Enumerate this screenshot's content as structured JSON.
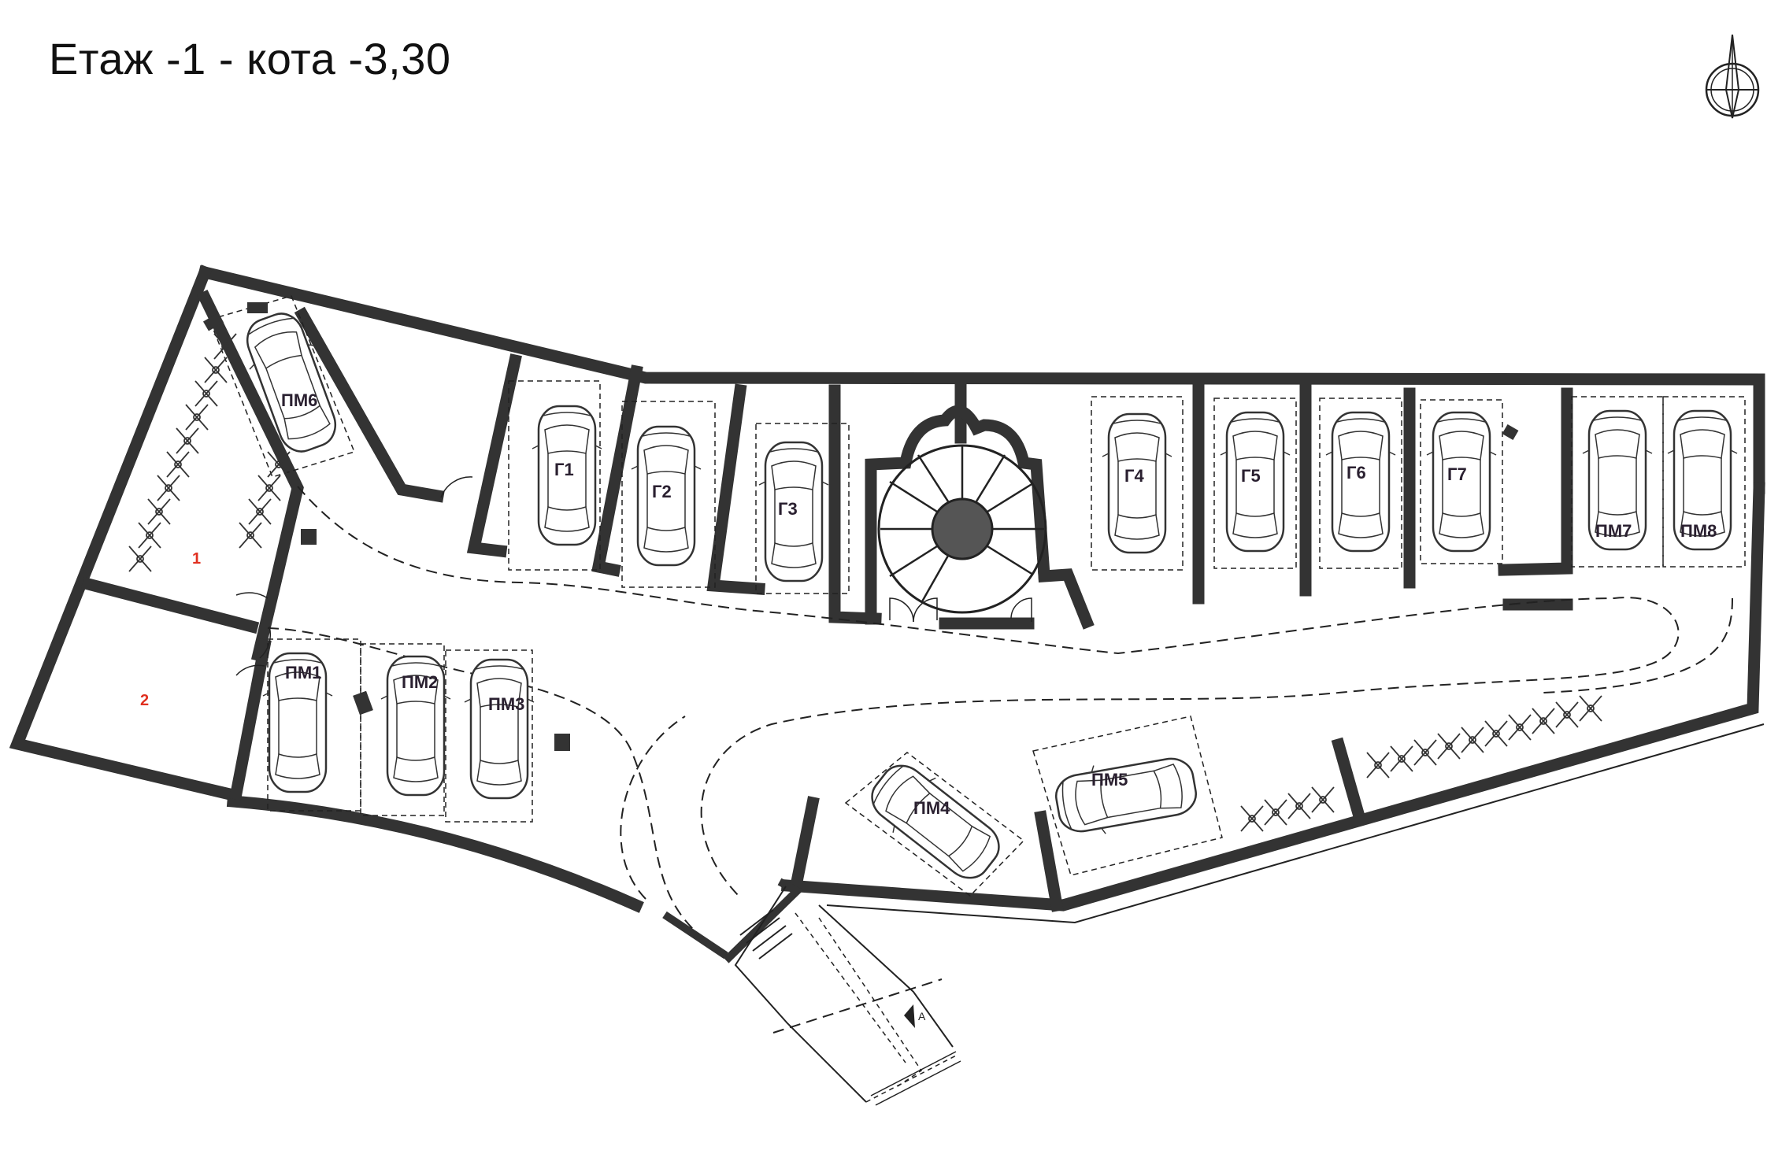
{
  "title": "Етаж -1 - кота -3,30",
  "rooms": [
    {
      "id": "room-1",
      "label": "1"
    },
    {
      "id": "room-2",
      "label": "2"
    }
  ],
  "spaces": [
    {
      "id": "pm6",
      "label": "ПМ6"
    },
    {
      "id": "g1",
      "label": "Г1"
    },
    {
      "id": "g2",
      "label": "Г2"
    },
    {
      "id": "g3",
      "label": "Г3"
    },
    {
      "id": "g4",
      "label": "Г4"
    },
    {
      "id": "g5",
      "label": "Г5"
    },
    {
      "id": "g6",
      "label": "Г6"
    },
    {
      "id": "g7",
      "label": "Г7"
    },
    {
      "id": "pm7",
      "label": "ПМ7"
    },
    {
      "id": "pm8",
      "label": "ПМ8"
    },
    {
      "id": "pm1",
      "label": "ПМ1"
    },
    {
      "id": "pm2",
      "label": "ПМ2"
    },
    {
      "id": "pm3",
      "label": "ПМ3"
    },
    {
      "id": "pm4",
      "label": "ПМ4"
    },
    {
      "id": "pm5",
      "label": "ПМ5"
    }
  ],
  "section_marker": "A",
  "north_arrow_icon": "north-arrow-icon"
}
